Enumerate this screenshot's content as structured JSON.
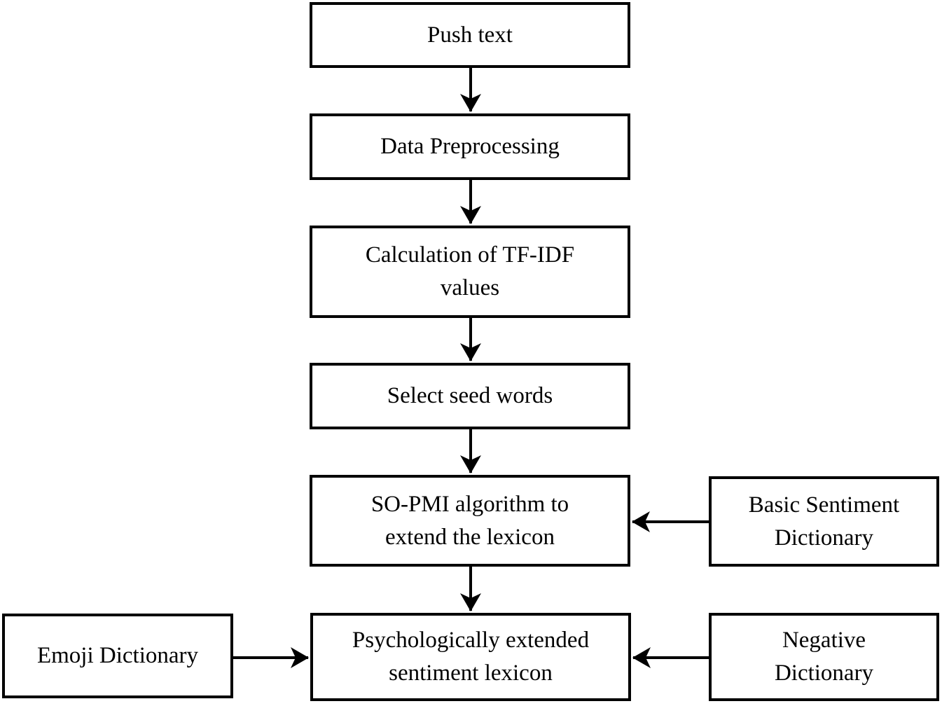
{
  "flowchart": {
    "background_color": "#ffffff",
    "box_border_color": "#000000",
    "box_fill_color": "#ffffff",
    "text_color": "#000000",
    "arrow_color": "#000000",
    "nodes": [
      {
        "id": "push-text",
        "label": "Push text"
      },
      {
        "id": "data-preprocessing",
        "label": "Data Preprocessing"
      },
      {
        "id": "calculation-tf-idf",
        "label": "Calculation of TF-IDF\nvalues"
      },
      {
        "id": "select-seed-words",
        "label": "Select seed words"
      },
      {
        "id": "so-pmi",
        "label": "SO-PMI algorithm to\nextend the lexicon"
      },
      {
        "id": "basic-sentiment-dictionary",
        "label": "Basic Sentiment\nDictionary"
      },
      {
        "id": "emoji-dictionary",
        "label": "Emoji Dictionary"
      },
      {
        "id": "psychologically-extended-lexicon",
        "label": "Psychologically extended\nsentiment lexicon"
      },
      {
        "id": "negative-dictionary",
        "label": "Negative\nDictionary"
      }
    ],
    "edges": [
      {
        "from": "push-text",
        "to": "data-preprocessing",
        "direction": "down"
      },
      {
        "from": "data-preprocessing",
        "to": "calculation-tf-idf",
        "direction": "down"
      },
      {
        "from": "calculation-tf-idf",
        "to": "select-seed-words",
        "direction": "down"
      },
      {
        "from": "select-seed-words",
        "to": "so-pmi",
        "direction": "down"
      },
      {
        "from": "so-pmi",
        "to": "psychologically-extended-lexicon",
        "direction": "down"
      },
      {
        "from": "basic-sentiment-dictionary",
        "to": "so-pmi",
        "direction": "left"
      },
      {
        "from": "emoji-dictionary",
        "to": "psychologically-extended-lexicon",
        "direction": "right"
      },
      {
        "from": "negative-dictionary",
        "to": "psychologically-extended-lexicon",
        "direction": "left"
      }
    ]
  }
}
